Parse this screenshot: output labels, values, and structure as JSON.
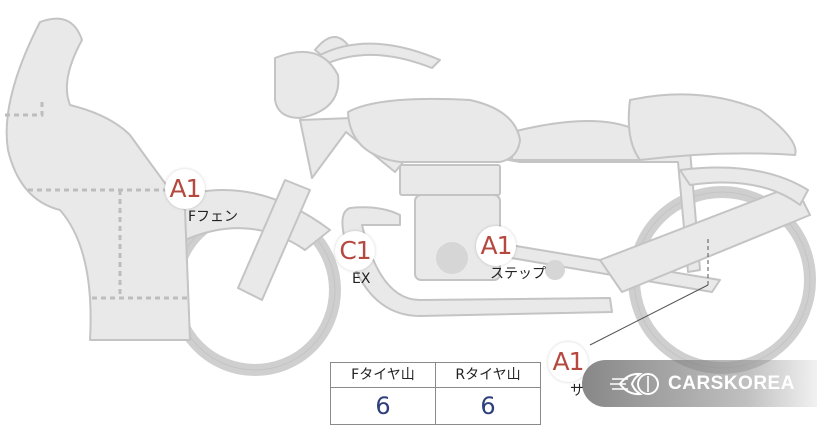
{
  "markers": [
    {
      "code": "A1",
      "label": "Fフェン"
    },
    {
      "code": "C1",
      "label": "EX"
    },
    {
      "code": "A1",
      "label": "ステップ"
    },
    {
      "code": "A1",
      "label": "サ"
    }
  ],
  "tire_table": {
    "front_label": "Fタイヤ山",
    "rear_label": "Rタイヤ山",
    "front_value": "6",
    "rear_value": "6"
  },
  "watermark": {
    "text": "CARSKOREA",
    "icon": "carskorea-logo-icon"
  },
  "colors": {
    "body": "#e9e9e9",
    "outline": "#c4c4c4",
    "marker_text": "#b5483f",
    "value_text": "#2f3f7d"
  }
}
